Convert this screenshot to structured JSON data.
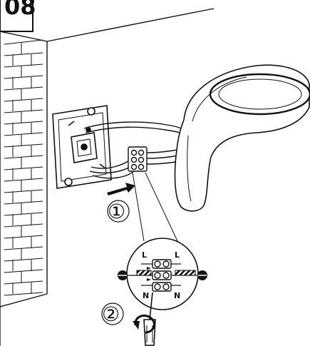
{
  "step_badge": {
    "text": "08"
  },
  "steps": [
    {
      "marker": "①"
    },
    {
      "marker": "②"
    }
  ],
  "terminals": {
    "top_left": "L",
    "top_right": "L",
    "bottom_left": "N",
    "bottom_right": "N"
  },
  "icons": [
    "brick-wall-icon",
    "mounting-plate-icon",
    "terminal-block-icon",
    "screwdriver-icon",
    "lamp-head-icon"
  ]
}
